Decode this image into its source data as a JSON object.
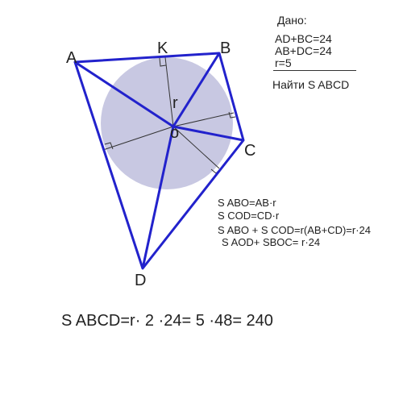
{
  "points": {
    "A": "A",
    "B": "B",
    "C": "C",
    "D": "D",
    "K": "K",
    "O": "o"
  },
  "radius_label": "r",
  "given": {
    "title": "Дано:",
    "line1": "AD+BC=24",
    "line2": "AB+DC=24",
    "line3": "r=5",
    "find": "Найти S ABCD"
  },
  "formulas": {
    "line1": "S ABO=AB·r",
    "line2": "S COD=CD·r",
    "line3": "S  ABO + S COD=r(AB+CD)=r·24",
    "line4": "S AOD+ SBOC= r·24"
  },
  "answer": "S ABCD=r· 2 ·24= 5 ·48= 240",
  "colors": {
    "quad": "#2222cc",
    "circle_fill": "#c8c8e2",
    "thin": "#333333",
    "text": "#222222"
  }
}
